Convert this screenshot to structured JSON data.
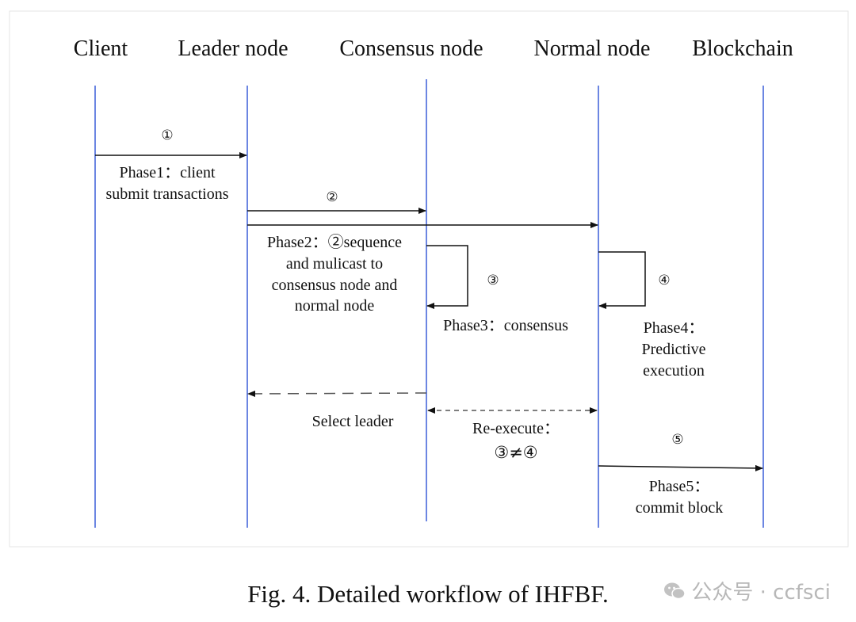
{
  "actors": [
    "Client",
    "Leader node",
    "Consensus node",
    "Normal node",
    "Blockchain"
  ],
  "steps": {
    "s1": "①",
    "s2": "②",
    "s3": "③",
    "s4": "④",
    "s5": "⑤"
  },
  "phase1": [
    "Phase1：client",
    "submit transactions"
  ],
  "phase2": [
    "Phase2：②sequence",
    "and mulicast to",
    "consensus node and",
    "normal node"
  ],
  "phase3": "Phase3：consensus",
  "phase4": [
    "Phase4：",
    "Predictive",
    "execution"
  ],
  "select_leader": "Select leader",
  "reexecute": [
    "Re-execute：",
    "③≠④"
  ],
  "phase5": [
    "Phase5：",
    "commit block"
  ],
  "caption": "Fig. 4.   Detailed workflow of IHFBF.",
  "watermark": "公众号 · ccfsci",
  "colors": {
    "lifeline": "#3b5fd9",
    "arrow": "#111111",
    "dashed": "#555555"
  }
}
